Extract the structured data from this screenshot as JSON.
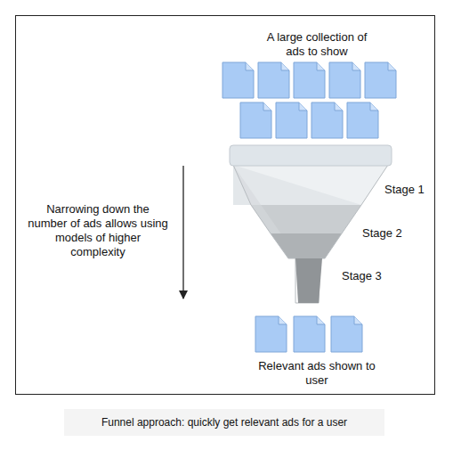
{
  "diagram": {
    "caption": "Funnel approach: quickly get relevant ads for a user",
    "nodes": [
      {
        "text": [
          "A large collection of ads to show",
          "Narrowing down the number of ads allows using models of higher complexity",
          "Stage 1",
          "Stage 2",
          "Stage 3",
          "Relevant ads shown to user"
        ]
      }
    ]
  }
}
